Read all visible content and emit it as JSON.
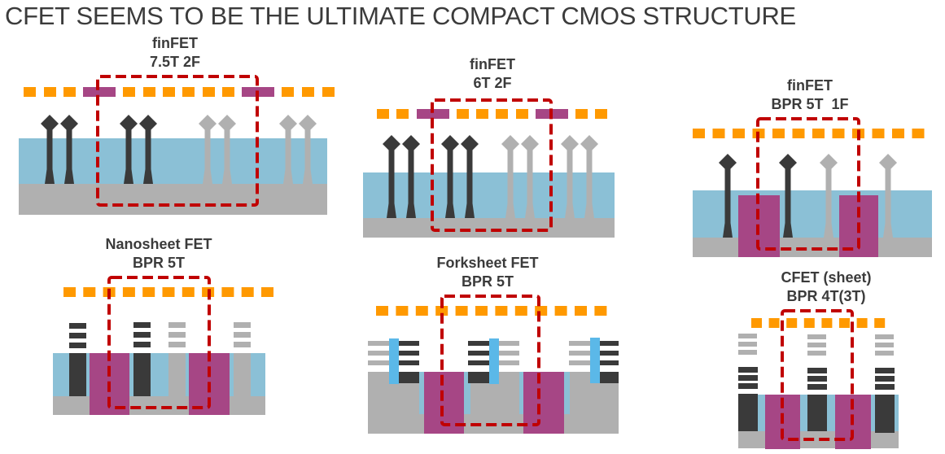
{
  "slide": {
    "title": "CFET SEEMS TO BE THE ULTIMATE COMPACT CMOS STRUCTURE"
  },
  "colors": {
    "metal_track": "#ff9900",
    "power_rail": "#a64685",
    "cell_boundary": "#c00000",
    "oxide": "#8bc0d6",
    "substrate": "#b0b0b0",
    "nfet_device": "#3a3a3a",
    "pfet_device": "#b0b0b0",
    "dielectric_wall": "#5bb8e8"
  },
  "panels": [
    {
      "id": "finfet-7-5t-2f",
      "line1": "finFET",
      "line2": "7.5T 2F",
      "device": "finFET",
      "tracks": "7.5T",
      "fins": "2F",
      "buried_power_rail": false
    },
    {
      "id": "finfet-6t-2f",
      "line1": "finFET",
      "line2": "6T 2F",
      "device": "finFET",
      "tracks": "6T",
      "fins": "2F",
      "buried_power_rail": false
    },
    {
      "id": "finfet-bpr-5t-1f",
      "line1": "finFET",
      "line2": "BPR 5T  1F",
      "device": "finFET",
      "tracks": "5T",
      "fins": "1F",
      "buried_power_rail": true
    },
    {
      "id": "nanosheet-bpr-5t",
      "line1": "Nanosheet FET",
      "line2": "BPR 5T",
      "device": "Nanosheet FET",
      "tracks": "5T",
      "buried_power_rail": true
    },
    {
      "id": "forksheet-bpr-5t",
      "line1": "Forksheet FET",
      "line2": "BPR 5T",
      "device": "Forksheet FET",
      "tracks": "5T",
      "buried_power_rail": true
    },
    {
      "id": "cfet-sheet-bpr-4t",
      "line1": "CFET (sheet)",
      "line2": "BPR 4T(3T)",
      "device": "CFET (sheet)",
      "tracks": "4T(3T)",
      "buried_power_rail": true
    }
  ]
}
